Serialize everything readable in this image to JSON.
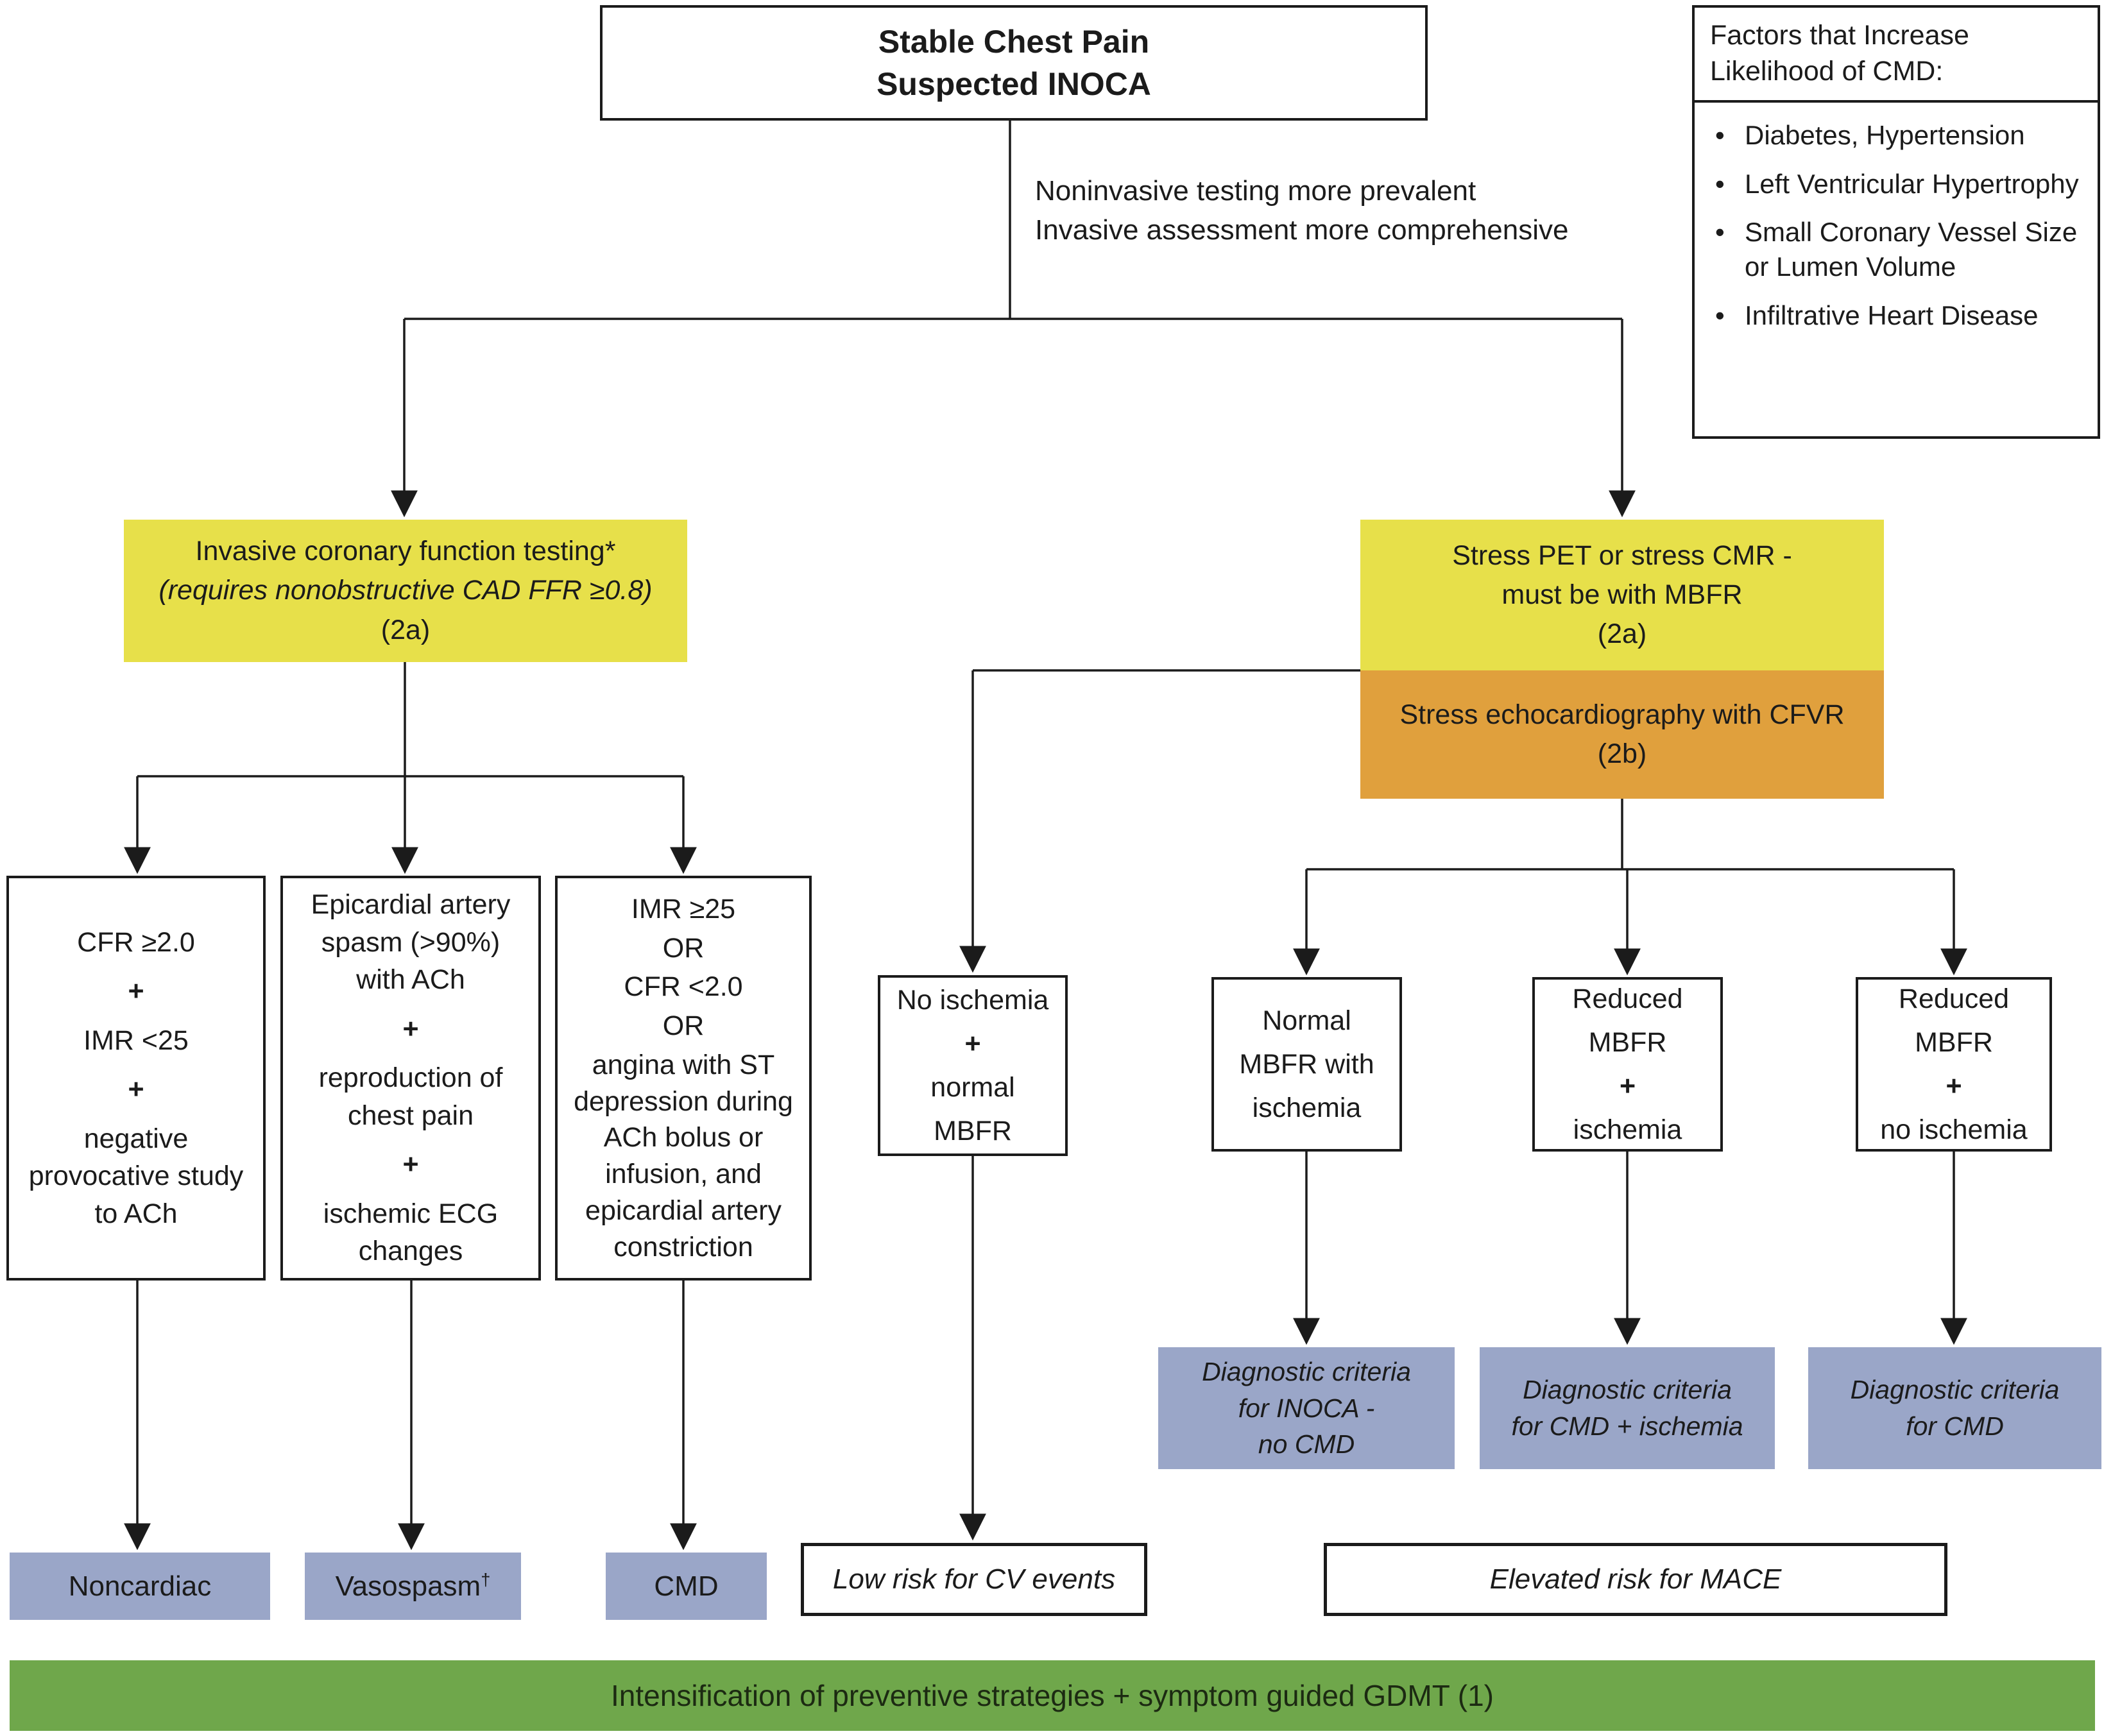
{
  "palette": {
    "yellow": "#e7e04a",
    "orange": "#e0a03d",
    "blue": "#9aa6c8",
    "green": "#6fa74b",
    "line": "#1b1b1b"
  },
  "top_box": {
    "line1": "Stable Chest Pain",
    "line2": "Suspected INOCA"
  },
  "annotation": {
    "line1": "Noninvasive testing more prevalent",
    "line2": "Invasive assessment more comprehensive"
  },
  "factors_box": {
    "title": "Factors that Increase Likelihood of CMD:",
    "items": [
      "Diabetes, Hypertension",
      "Left Ventricular Hypertrophy",
      "Small Coronary Vessel Size or Lumen Volume",
      "Infiltrative Heart Disease"
    ]
  },
  "invasive_box": {
    "line1": "Invasive coronary function testing*",
    "line2": "(requires nonobstructive CAD FFR ≥0.8)",
    "line3": "(2a)"
  },
  "stress_pet_box": {
    "line1": "Stress PET or stress CMR -",
    "line2": "must be with MBFR",
    "line3": "(2a)"
  },
  "stress_echo_box": {
    "line1": "Stress echocardiography with CFVR",
    "line2": "(2b)"
  },
  "criteria": {
    "noncardiac_path": [
      "CFR ≥2.0",
      "+",
      "IMR <25",
      "+",
      "negative provocative study to ACh"
    ],
    "vasospasm_path": [
      "Epicardial artery spasm (>90%) with ACh",
      "+",
      "reproduction of chest pain",
      "+",
      "ischemic ECG changes"
    ],
    "cmd_path": [
      "IMR ≥25",
      "OR",
      "CFR <2.0",
      "OR",
      "angina with ST depression during ACh bolus or infusion, and epicardial artery constriction"
    ]
  },
  "noninvasive_results": {
    "no_ischemia": [
      "No ischemia",
      "+",
      "normal",
      "MBFR"
    ],
    "normal_mbfr_ischemia": [
      "Normal",
      "MBFR with",
      "ischemia"
    ],
    "reduced_mbfr_ischemia": [
      "Reduced",
      "MBFR",
      "+",
      "ischemia"
    ],
    "reduced_mbfr_no_ischemia": [
      "Reduced",
      "MBFR",
      "+",
      "no ischemia"
    ]
  },
  "diagnostic_boxes": {
    "inoca_no_cmd": [
      "Diagnostic criteria",
      "for INOCA -",
      "no CMD"
    ],
    "cmd_ischemia": [
      "Diagnostic criteria",
      "for CMD + ischemia"
    ],
    "cmd": [
      "Diagnostic criteria",
      "for CMD"
    ]
  },
  "outcomes": {
    "noncardiac": "Noncardiac",
    "vasospasm": "Vasospasm",
    "vasospasm_sup": "†",
    "cmd": "CMD",
    "low_risk": "Low risk for CV events",
    "elevated_risk": "Elevated risk for MACE"
  },
  "footer_bar": {
    "label": "Intensification of preventive strategies + symptom guided GDMT (1)"
  }
}
